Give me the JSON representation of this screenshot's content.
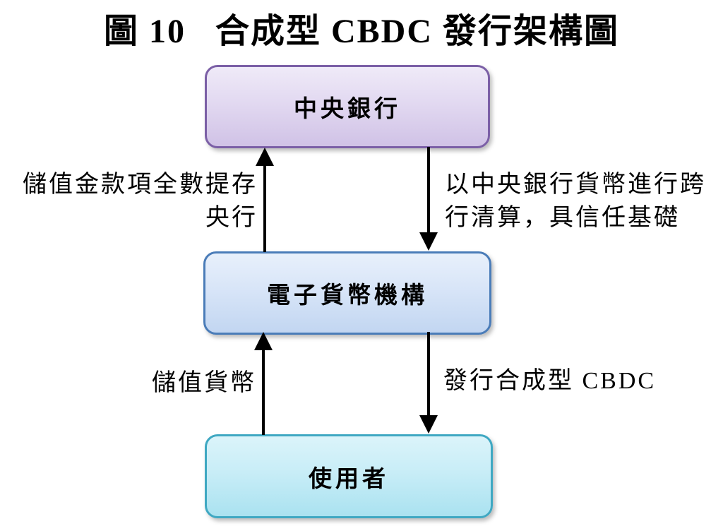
{
  "title": {
    "figure_label": "圖 10",
    "main": "合成型 CBDC 發行架構圖"
  },
  "nodes": {
    "central_bank": {
      "label": "中央銀行"
    },
    "emoney_institution": {
      "label": "電子貨幣機構"
    },
    "user": {
      "label": "使用者"
    }
  },
  "edges": {
    "deposit_to_central_bank": {
      "from": "電子貨幣機構",
      "to": "中央銀行",
      "direction": "up",
      "label_line1": "儲值金款項全數提存",
      "label_line2": "央行"
    },
    "interbank_clearing": {
      "from": "中央銀行",
      "to": "電子貨幣機構",
      "direction": "down",
      "label_line1": "以中央銀行貨幣進行跨",
      "label_line2": "行清算，具信任基礎"
    },
    "store_value": {
      "from": "使用者",
      "to": "電子貨幣機構",
      "direction": "up",
      "label": "儲值貨幣"
    },
    "issue_synthetic_cbdc": {
      "from": "電子貨幣機構",
      "to": "使用者",
      "direction": "down",
      "label": "發行合成型 CBDC"
    }
  },
  "colors": {
    "central_bank_border": "#7b5fa6",
    "central_bank_fill_top": "#efeaf8",
    "central_bank_fill_bottom": "#d0c2e6",
    "emoney_border": "#4a7cb8",
    "emoney_fill_top": "#e8f0fb",
    "emoney_fill_bottom": "#c2d6f1",
    "user_border": "#3fa8c2",
    "user_fill_top": "#dbf4fa",
    "user_fill_bottom": "#aae2f0",
    "arrow": "#000000",
    "text": "#000000"
  }
}
